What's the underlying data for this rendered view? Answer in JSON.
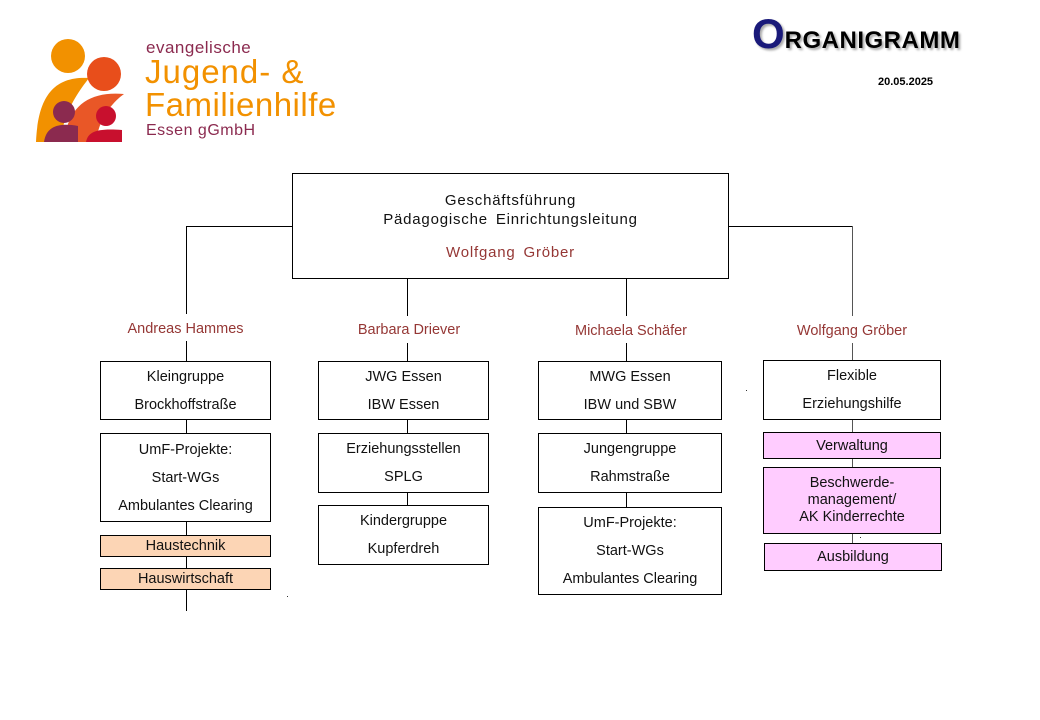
{
  "header": {
    "title_initial": "O",
    "title_rest": "RGANIGRAMM",
    "date": "20.05.2025"
  },
  "logo": {
    "line1": "evangelische",
    "line2": "Jugend- &",
    "line3": "Familienhilfe",
    "line4": "Essen gGmbH",
    "colors": {
      "orange": "#f29100",
      "red_orange": "#e84e1b",
      "plum": "#8b2a4f",
      "red": "#c8102e"
    }
  },
  "top": {
    "line1": "Geschäftsführung",
    "line2": "Pädagogische Einrichtungsleitung",
    "name": "Wolfgang Gröber"
  },
  "columns": [
    {
      "lead": "Andreas Hammes",
      "units": [
        {
          "lines": [
            "Kleingruppe",
            "Brockhoffstraße"
          ]
        },
        {
          "lines": [
            "UmF-Projekte:",
            "Start-WGs",
            "Ambulantes Clearing"
          ]
        },
        {
          "lines": [
            "Haustechnik"
          ]
        },
        {
          "lines": [
            "Hauswirtschaft"
          ]
        }
      ]
    },
    {
      "lead": "Barbara Driever",
      "units": [
        {
          "lines": [
            "JWG Essen",
            "IBW Essen"
          ]
        },
        {
          "lines": [
            "Erziehungsstellen",
            "SPLG"
          ]
        },
        {
          "lines": [
            "Kindergruppe",
            "Kupferdreh"
          ]
        }
      ]
    },
    {
      "lead": "Michaela Schäfer",
      "units": [
        {
          "lines": [
            "MWG Essen",
            "IBW und SBW"
          ]
        },
        {
          "lines": [
            "Jungengruppe",
            "Rahmstraße"
          ]
        },
        {
          "lines": [
            "UmF-Projekte:",
            "Start-WGs",
            "Ambulantes Clearing"
          ]
        }
      ]
    },
    {
      "lead": "Wolfgang Gröber",
      "units": [
        {
          "lines": [
            "Flexible",
            "Erziehungshilfe"
          ]
        },
        {
          "lines": [
            "Verwaltung"
          ]
        },
        {
          "lines": [
            "Beschwerde-",
            "management/",
            "AK Kinderrechte"
          ]
        },
        {
          "lines": [
            "Ausbildung"
          ]
        }
      ]
    }
  ],
  "colors": {
    "lead_name": "#953735",
    "support_orange": "#fcd5b5",
    "staff_pink": "#ffccff",
    "title_blue": "#1a1a7a"
  }
}
